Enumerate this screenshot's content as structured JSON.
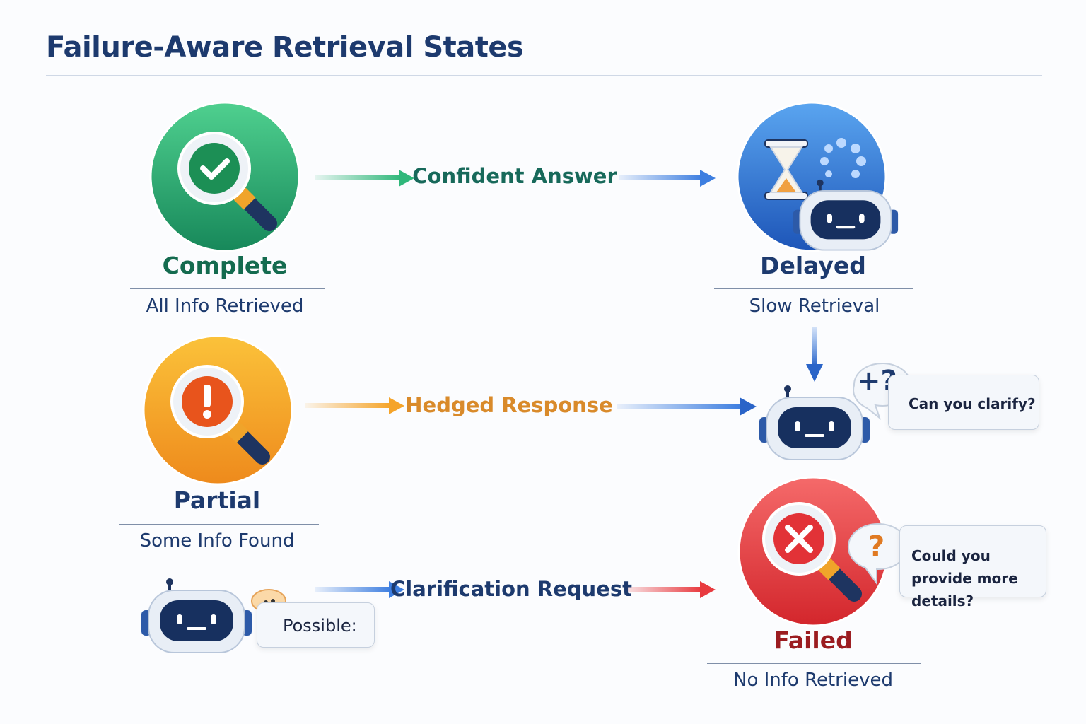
{
  "title": "Failure-Aware Retrieval States",
  "states": {
    "complete": {
      "label": "Complete",
      "subtitle": "All Info Retrieved",
      "color": "#1f9e62"
    },
    "delayed": {
      "label": "Delayed",
      "subtitle": "Slow Retrieval",
      "color": "#2a6fd6"
    },
    "partial": {
      "label": "Partial",
      "subtitle": "Some Info Found",
      "color": "#f2a024"
    },
    "failed": {
      "label": "Failed",
      "subtitle": "No Info Retrieved",
      "color": "#e2373b"
    }
  },
  "flows": {
    "confident": "Confident Answer",
    "hedged": "Hedged Response",
    "clarification": "Clarification Request"
  },
  "bubbles": {
    "clarify": "Can you clarify?",
    "clarify_icon": "+?",
    "details": "Could you provide more details?",
    "details_icon": "?",
    "possible": "Possible:"
  }
}
